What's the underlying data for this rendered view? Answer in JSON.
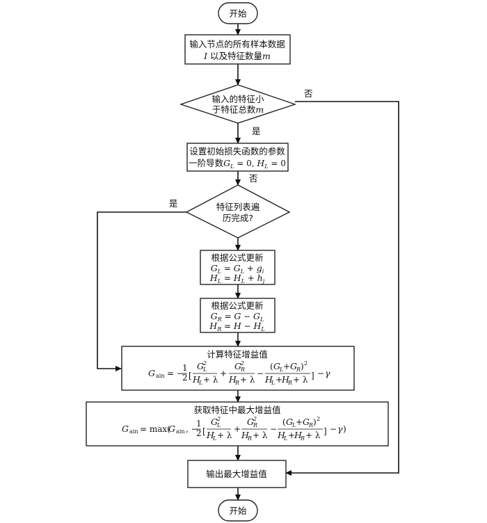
{
  "nodes": {
    "start": "开始",
    "input_line1": "输入节点的所有样本数据",
    "input_line2": "I 以及特征数量m",
    "cond1_line1": "输入的特征小",
    "cond1_line2": "于特征总数m",
    "init_line1": "设置初始损失函数的参数",
    "init_line2": "一阶导数G_L = 0, H_L = 0",
    "cond2_line1": "特征列表遍",
    "cond2_line2": "历完成?",
    "updL_title": "根据公式更新",
    "updL_eq1": "G_L = G_L + g_i",
    "updL_eq2": "H_L = H_L + h_j",
    "updR_title": "根据公式更新",
    "updR_eq1": "G_R = G − G_L",
    "updR_eq2": "H_R = H − H_L",
    "gain_title": "计算特征增益值",
    "gain_formula": "G_ain = −1/2 [G_L²/(H_L+λ) + G_R²/(H_R+λ) − (G_L+G_R)²/(H_L+H_R+λ)] − γ",
    "maxgain_title": "获取特征中最大增益值",
    "maxgain_formula": "G_ain = max(G_ain, −1/2 [G_L²/(H_L+λ) + G_R²/(H_R+λ) − (G_L+G_R)²/(H_L+H_R+λ)] − γ)",
    "output": "输出最大增益值",
    "end": "开始"
  },
  "edge_labels": {
    "cond1_no": "否",
    "cond1_yes": "是",
    "init_no": "否",
    "cond2_yes": "是"
  }
}
